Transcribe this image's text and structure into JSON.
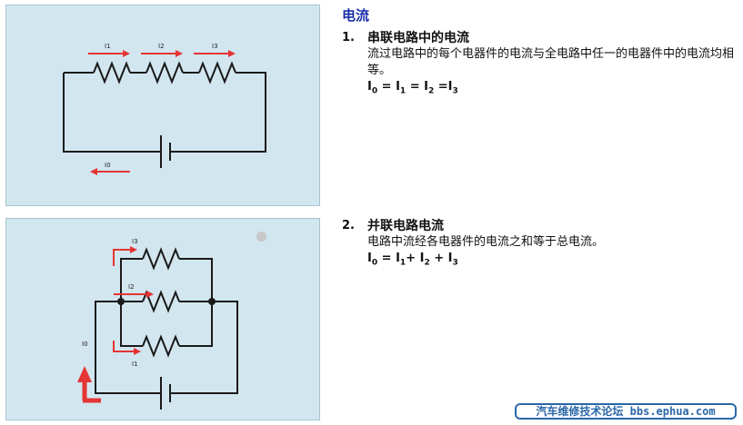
{
  "heading": "电流",
  "sections": [
    {
      "num": "1.",
      "title": "串联电路中的电流",
      "desc": "流过电路中的每个电器件的电流与全电路中任一的电器件中的电流均相等。",
      "formula": {
        "i0": "I",
        "s0": "0",
        "i1": "I",
        "s1": "1",
        "i2": "I",
        "s2": "2",
        "i3": "I",
        "s3": "3"
      }
    },
    {
      "num": "2.",
      "title": "并联电路电流",
      "desc": "电路中流经各电器件的电流之和等于总电流。",
      "formula": {
        "i0": "I",
        "s0": "0",
        "i1": "I",
        "s1": "1",
        "i2": "I",
        "s2": "2",
        "i3": "I",
        "s3": "3"
      }
    }
  ],
  "diagram_labels": {
    "series": {
      "r1": "I1",
      "r2": "I2",
      "r3": "I3",
      "battery": "I0"
    },
    "parallel": {
      "top": "I3",
      "mid": "I2",
      "bottom": "I1",
      "total": "I0"
    }
  },
  "colors": {
    "arrow": "#e53434",
    "wire": "#1a1a1a",
    "panel": "#d2e6ef",
    "heading": "#1a2fa8"
  },
  "watermark": "汽车维修技术论坛 bbs.ephua.com"
}
